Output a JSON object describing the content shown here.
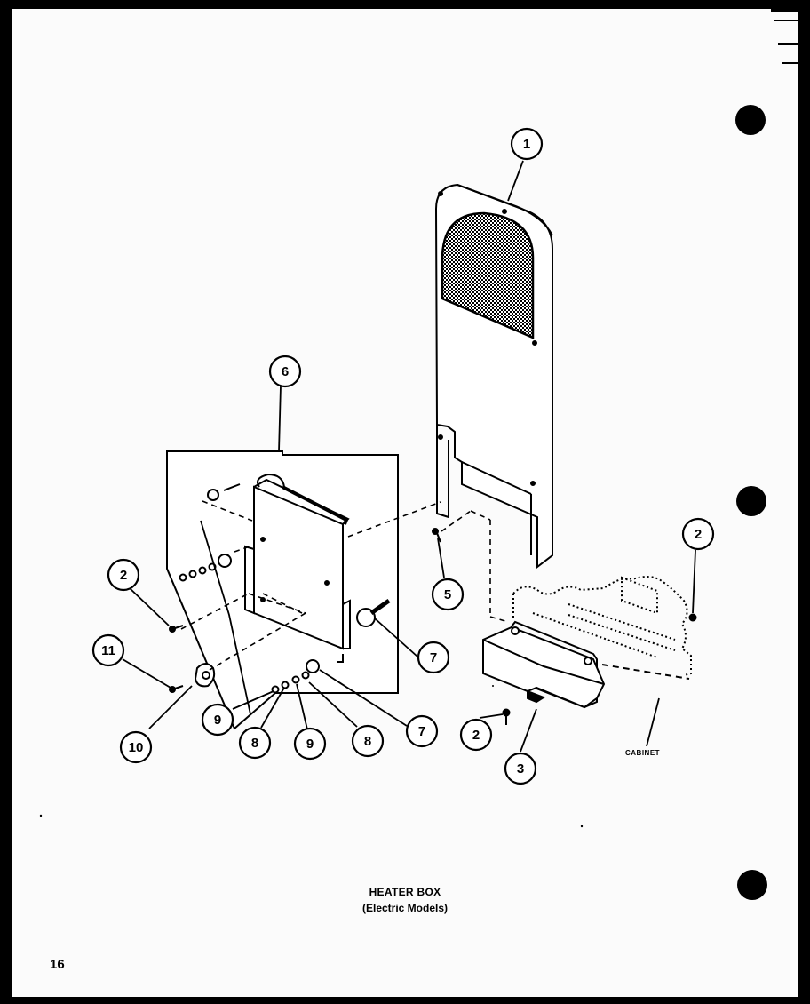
{
  "title": "HEATER BOX",
  "subtitle": "(Electric Models)",
  "page_number": "16",
  "cabinet_label": "CABINET",
  "callouts": {
    "c1": "1",
    "c2a": "2",
    "c2b": "2",
    "c2c": "2",
    "c3": "3",
    "c5": "5",
    "c6": "6",
    "c7a": "7",
    "c7b": "7",
    "c8a": "8",
    "c8b": "8",
    "c9a": "9",
    "c9b": "9",
    "c10": "10",
    "c11": "11"
  }
}
